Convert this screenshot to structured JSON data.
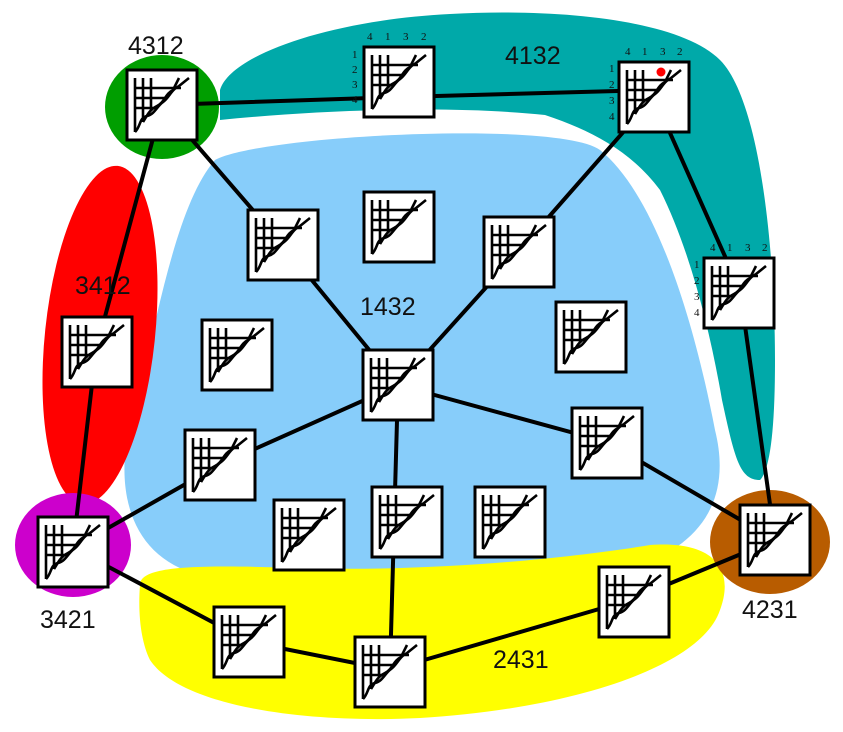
{
  "diagram": {
    "regions": [
      {
        "id": "r1432",
        "label": "1432",
        "color": "#87cdfa"
      },
      {
        "id": "r4132",
        "label": "4132",
        "color": "#00a9a9"
      },
      {
        "id": "r4312",
        "label": "4312",
        "color": "#009e00"
      },
      {
        "id": "r3412",
        "label": "3412",
        "color": "#ff0000"
      },
      {
        "id": "r3421",
        "label": "3421",
        "color": "#cc00cc"
      },
      {
        "id": "r2431",
        "label": "2431",
        "color": "#ffff00"
      },
      {
        "id": "r4231",
        "label": "4231",
        "color": "#b85c00"
      }
    ],
    "strand_labels": {
      "top": [
        "4",
        "1",
        "3",
        "2"
      ],
      "left": [
        "1",
        "2",
        "3",
        "4"
      ]
    },
    "marker_color": "#ff0000"
  }
}
